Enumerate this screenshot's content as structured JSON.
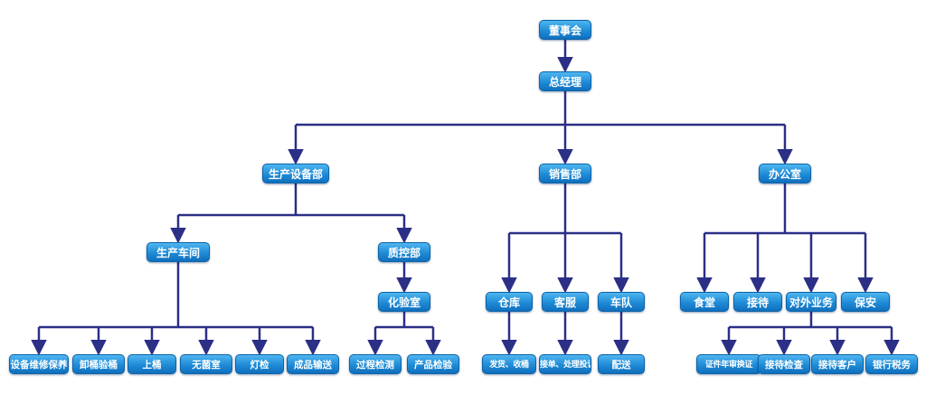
{
  "colors": {
    "line": "#2b2f86",
    "box_top": "#4fb6f0",
    "box_bottom": "#0f6fbd"
  },
  "nodes": {
    "board": "董事会",
    "gm": "总经理",
    "production_dept": "生产设备部",
    "sales_dept": "销售部",
    "office": "办公室",
    "workshop": "生产车间",
    "qc_dept": "质控部",
    "lab": "化验室",
    "warehouse": "仓库",
    "customer_service": "客服",
    "fleet": "车队",
    "canteen": "食堂",
    "reception": "接待",
    "external_affairs": "对外业务",
    "security": "保安",
    "equipment_maintenance": "设备维修保养",
    "unload_inspect": "卸桶验桶",
    "load_barrel": "上桶",
    "sterile_room": "无菌室",
    "light_inspect": "灯检",
    "finished_transport": "成品输送",
    "process_test": "过程检测",
    "product_test": "产品检验",
    "ship_receive": "发货、收桶",
    "orders_complaints": "接单、处理投诉",
    "delivery": "配送",
    "license_renewal": "证件年审换证",
    "inspection_reception": "接待检查",
    "client_reception": "接待客户",
    "bank_tax": "银行税务"
  }
}
